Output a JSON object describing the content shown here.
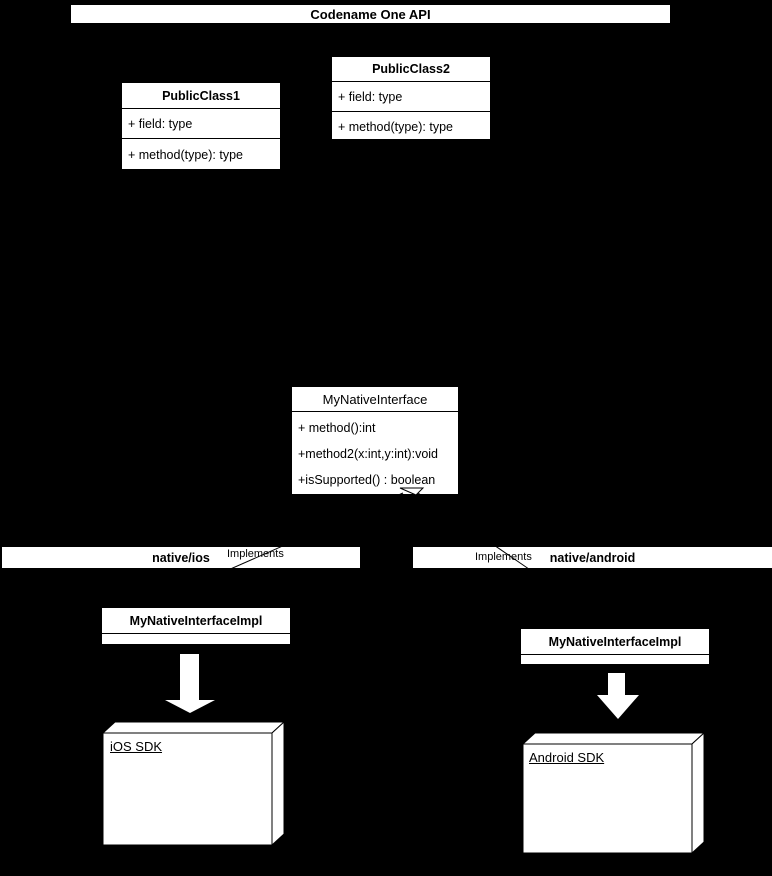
{
  "banner": {
    "title": "Codename One API"
  },
  "classes": {
    "public_class1": {
      "title": "PublicClass1",
      "members": [
        "+ field: type",
        "+ method(type): type"
      ]
    },
    "public_class2": {
      "title": "PublicClass2",
      "members": [
        "+ field: type",
        "+ method(type): type"
      ]
    },
    "native_interface": {
      "title": "MyNativeInterface",
      "members": [
        "+ method():int",
        "+method2(x:int,y:int):void",
        "+isSupported() : boolean"
      ]
    },
    "ios_impl": {
      "title": "MyNativeInterfaceImpl"
    },
    "android_impl": {
      "title": "MyNativeInterfaceImpl"
    }
  },
  "sections": {
    "ios": {
      "label": "native/ios",
      "implements_label": "Implements"
    },
    "android": {
      "label": "native/android",
      "implements_label": "Implements"
    }
  },
  "nodes": {
    "ios_sdk": {
      "label": "iOS SDK"
    },
    "android_sdk": {
      "label": "Android SDK"
    }
  },
  "colors": {
    "background": "#000000",
    "box_fill": "#ffffff",
    "stroke": "#000000",
    "text": "#000000"
  }
}
